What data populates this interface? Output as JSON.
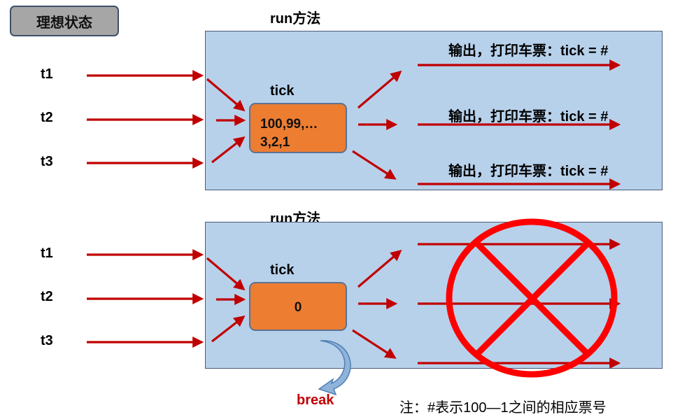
{
  "badge": "理想状态",
  "top": {
    "run_label": "run方法",
    "threads": [
      "t1",
      "t2",
      "t3"
    ],
    "tick_label": "tick",
    "tick_value_line1": "100,99,…",
    "tick_value_line2": "3,2,1",
    "outputs": [
      "输出，打印车票：tick = #",
      "输出，打印车票：tick = #",
      "输出，打印车票：tick = #"
    ]
  },
  "bottom": {
    "run_label": "run方法",
    "threads": [
      "t1",
      "t2",
      "t3"
    ],
    "tick_label": "tick",
    "tick_value": "0",
    "break_label": "break"
  },
  "note": "注：#表示100—1之间的相应票号",
  "colors": {
    "panel": "#b8d1eb",
    "arrow": "#c00000",
    "tick_box": "#ed7d31",
    "cross": "#ff0000",
    "break_arrow": "#8fb3d9"
  }
}
